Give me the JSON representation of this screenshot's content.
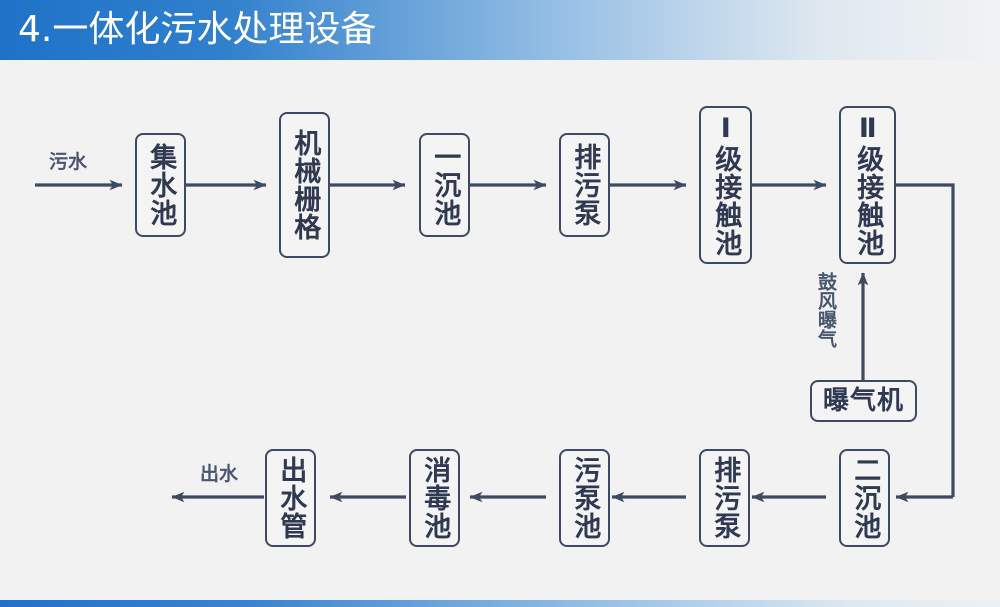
{
  "header": {
    "title": "4.一体化污水处理设备",
    "accent_color": "#1f72c8",
    "title_color": "#ffffff"
  },
  "footer": {
    "accent_color": "#1f72c8"
  },
  "diagram": {
    "background_color": "#f2f2f2",
    "line_color": "#3e4a63",
    "box_border_color": "#3e4a63",
    "box_text_color": "#2f3a52",
    "nodes": [
      {
        "id": "collect-tank",
        "label": "集水池",
        "orientation": "vertical"
      },
      {
        "id": "mechanical-grate",
        "label": "机械栅格",
        "orientation": "vertical"
      },
      {
        "id": "primary-settling",
        "label": "一沉池",
        "orientation": "vertical"
      },
      {
        "id": "sewage-pump-top",
        "label": "排污泵",
        "orientation": "vertical"
      },
      {
        "id": "contact-tank-1",
        "label": "Ⅰ级接触池",
        "orientation": "vertical"
      },
      {
        "id": "contact-tank-2",
        "label": "Ⅱ级接触池",
        "orientation": "vertical"
      },
      {
        "id": "aerator",
        "label": "曝气机",
        "orientation": "horizontal"
      },
      {
        "id": "secondary-settling",
        "label": "二沉池",
        "orientation": "vertical"
      },
      {
        "id": "sewage-pump-bottom",
        "label": "排污泵",
        "orientation": "vertical"
      },
      {
        "id": "sludge-pump-tank",
        "label": "污泵池",
        "orientation": "vertical"
      },
      {
        "id": "disinfection-tank",
        "label": "消毒池",
        "orientation": "vertical"
      },
      {
        "id": "outlet-pipe",
        "label": "出水管",
        "orientation": "vertical"
      }
    ],
    "flow_labels": {
      "inlet": "污水",
      "outlet": "出水",
      "blower_aeration": "鼓风曝气"
    }
  }
}
